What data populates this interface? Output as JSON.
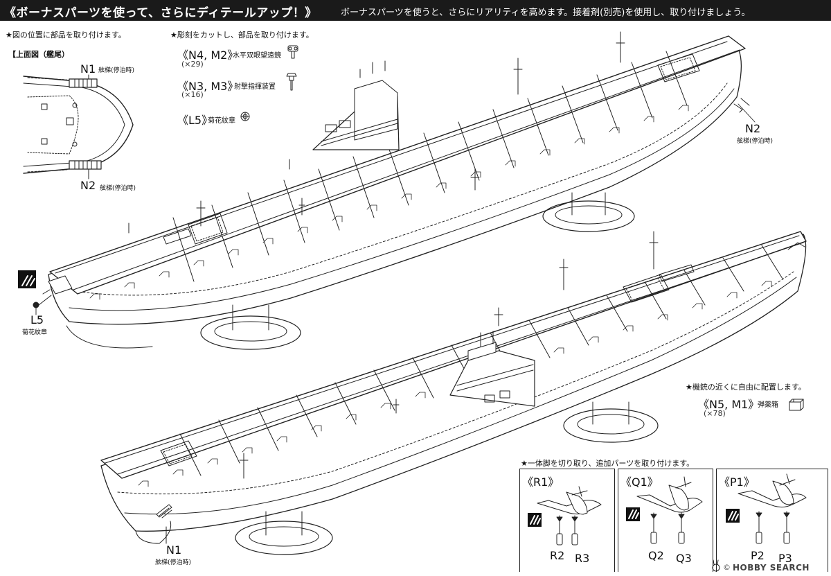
{
  "header": {
    "title": "《ボーナスパーツを使って、さらにディテールアップ！》",
    "subtitle": "ボーナスパーツを使うと、さらにリアリティを高めます。接着剤(別売)を使用し、取り付けましょう。"
  },
  "left_section": {
    "instruction": "★図の位置に部品を取り付けます。",
    "view_label": "【上面図（艦尾）",
    "callouts": [
      {
        "code": "N1",
        "desc": "舷梯(停泊時)"
      },
      {
        "code": "N2",
        "desc": "舷梯(停泊時)"
      }
    ]
  },
  "parts_section": {
    "instruction": "★彫刻をカットし、部品を取り付けます。",
    "items": [
      {
        "code": "《N4, M2》",
        "desc": "水平双眼望遠鏡",
        "qty": "(×29)"
      },
      {
        "code": "《N3, M3》",
        "desc": "射撃指揮装置",
        "qty": "(×16)"
      },
      {
        "code": "《L5》",
        "desc": "菊花紋章",
        "qty": ""
      }
    ]
  },
  "ship_callouts": {
    "top_n2": {
      "code": "N2",
      "desc": "舷梯(停泊時)"
    },
    "l5": {
      "code": "L5",
      "desc": "菊花紋章"
    },
    "bottom_n1": {
      "code": "N1",
      "desc": "舷梯(停泊時)"
    }
  },
  "ammo_section": {
    "instruction": "★機銃の近くに自由に配置します。",
    "code": "《N5, M1》",
    "desc": "弾薬箱",
    "qty": "(×78)"
  },
  "aircraft_section": {
    "instruction": "★一体脚を切り取り、追加パーツを取り付けます。",
    "panels": [
      {
        "label": "《R1》",
        "parts": [
          "R2",
          "R3"
        ]
      },
      {
        "label": "《Q1》",
        "parts": [
          "Q2",
          "Q3"
        ]
      },
      {
        "label": "《P1》",
        "parts": [
          "P2",
          "P3"
        ]
      }
    ]
  },
  "watermark": {
    "text": "HOBBY SEARCH",
    "symbol": "©"
  },
  "colors": {
    "header_bg": "#1a1a1a",
    "header_text": "#ffffff",
    "line": "#222222"
  }
}
